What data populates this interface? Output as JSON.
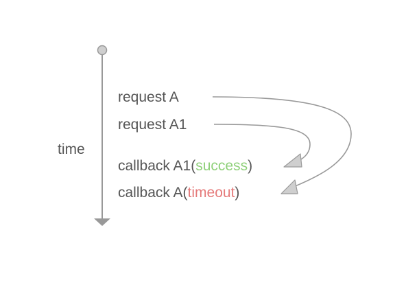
{
  "axis": {
    "label": "time"
  },
  "events": [
    {
      "id": "req-a",
      "text": "request A"
    },
    {
      "id": "req-a1",
      "text": "request A1"
    },
    {
      "id": "cb-a1",
      "prefix": "callback A1(",
      "status": "success",
      "suffix": ")",
      "status_color": "#8fd07a"
    },
    {
      "id": "cb-a",
      "prefix": "callback A(",
      "status": "timeout",
      "suffix": ")",
      "status_color": "#e57a7a"
    }
  ],
  "colors": {
    "text": "#555555",
    "line": "#999999",
    "marker_fill": "#cfcfcf"
  }
}
